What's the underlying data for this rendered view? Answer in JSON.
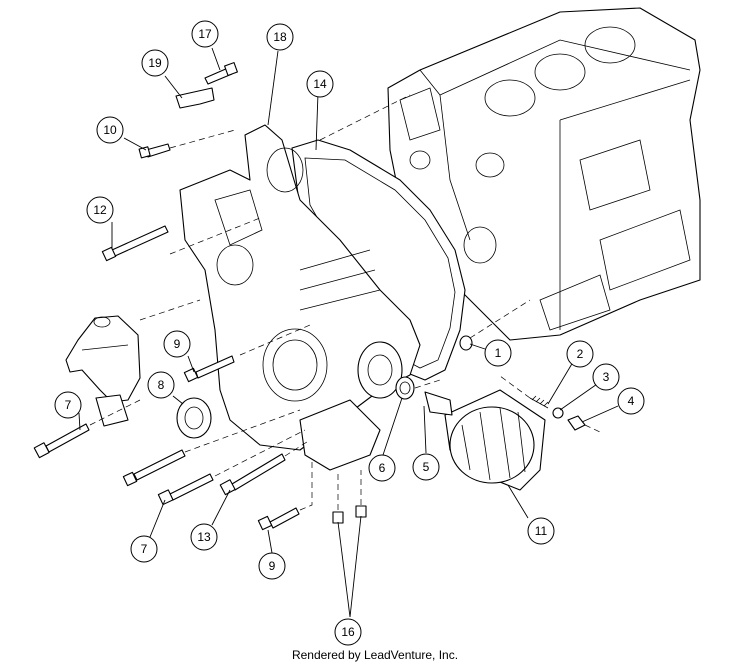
{
  "callouts": [
    {
      "id": "c1",
      "label": "1"
    },
    {
      "id": "c2",
      "label": "2"
    },
    {
      "id": "c3",
      "label": "3"
    },
    {
      "id": "c4",
      "label": "4"
    },
    {
      "id": "c5",
      "label": "5"
    },
    {
      "id": "c6",
      "label": "6"
    },
    {
      "id": "c7a",
      "label": "7"
    },
    {
      "id": "c7b",
      "label": "7"
    },
    {
      "id": "c8",
      "label": "8"
    },
    {
      "id": "c9a",
      "label": "9"
    },
    {
      "id": "c9b",
      "label": "9"
    },
    {
      "id": "c10",
      "label": "10"
    },
    {
      "id": "c11",
      "label": "11"
    },
    {
      "id": "c12",
      "label": "12"
    },
    {
      "id": "c13",
      "label": "13"
    },
    {
      "id": "c14",
      "label": "14"
    },
    {
      "id": "c16",
      "label": "16"
    },
    {
      "id": "c17",
      "label": "17"
    },
    {
      "id": "c18",
      "label": "18"
    },
    {
      "id": "c19",
      "label": "19"
    }
  ],
  "footer": {
    "credit": "Rendered by LeadVenture, Inc."
  }
}
